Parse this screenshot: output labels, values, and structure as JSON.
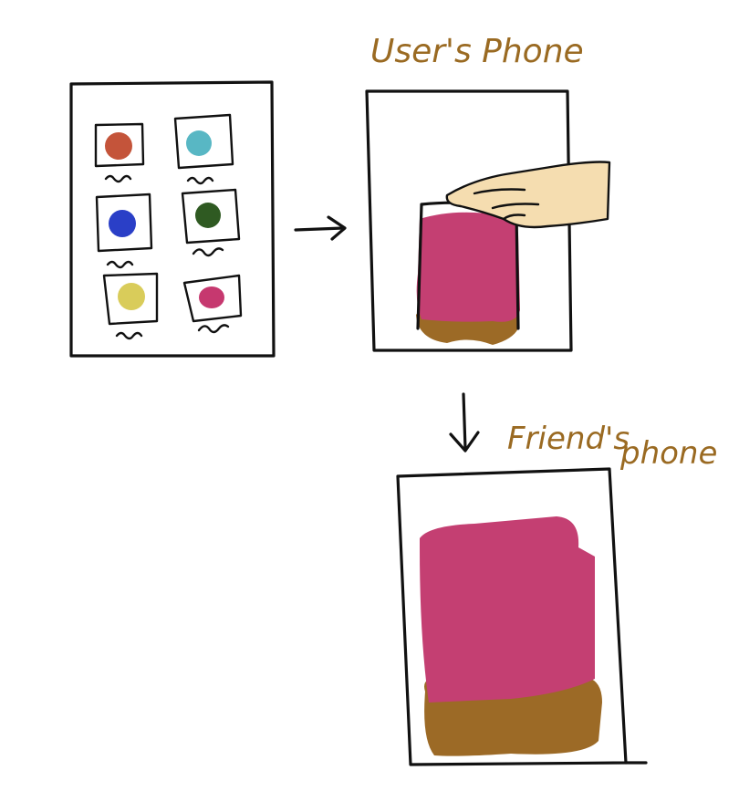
{
  "labels": {
    "user_phone": "User's Phone",
    "friend_phone_line1": "Friend's",
    "friend_phone_line2": "phone"
  },
  "palette": {
    "swatches": [
      {
        "name": "rust-red",
        "color": "#c4543a"
      },
      {
        "name": "teal",
        "color": "#58b7c4"
      },
      {
        "name": "blue",
        "color": "#2a3fc7"
      },
      {
        "name": "dark-green",
        "color": "#2f5a22"
      },
      {
        "name": "yellow",
        "color": "#d9cc5a"
      },
      {
        "name": "magenta",
        "color": "#c6386f"
      }
    ]
  },
  "colors": {
    "primary_fill": "#c43f72",
    "secondary_fill": "#9c6a26",
    "skin": "#f5ddb0",
    "label_ink": "#9a6a22"
  },
  "icons": {
    "right_arrow": "right-arrow-icon",
    "down_arrow": "down-arrow-icon",
    "hand": "hand-icon"
  }
}
